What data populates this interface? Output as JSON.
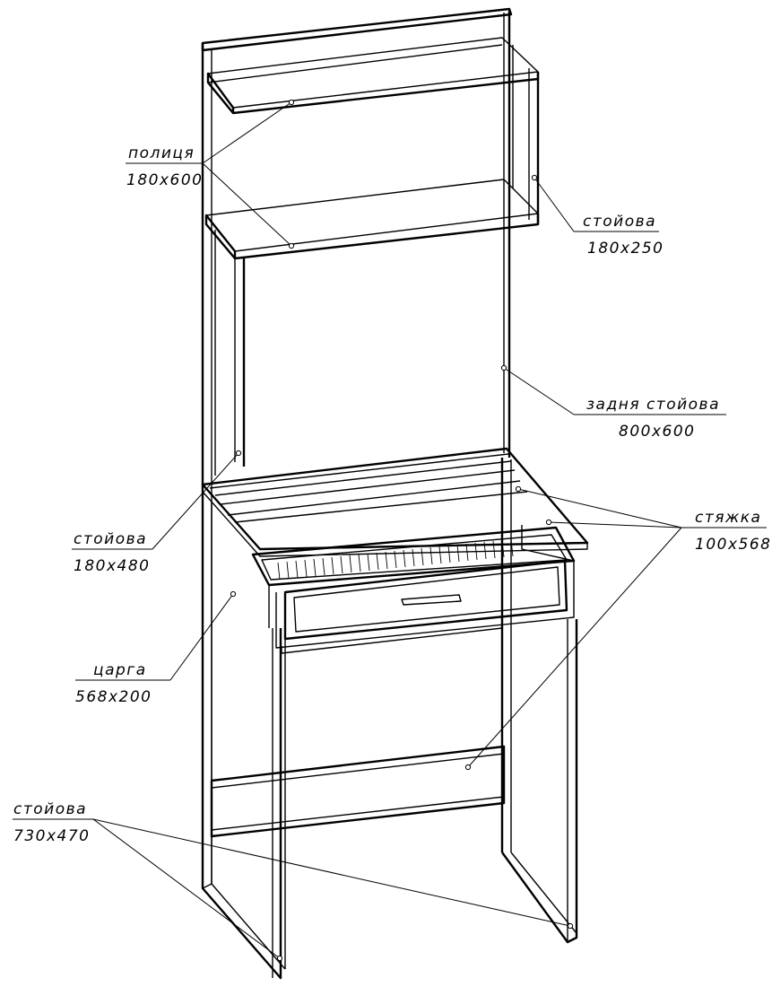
{
  "callouts": {
    "shelf": {
      "name": "полиця",
      "size": "180x600"
    },
    "upper_side": {
      "name": "стойова",
      "size": "180x250"
    },
    "back_panel": {
      "name": "задня стойова",
      "size": "800x600"
    },
    "middle_side": {
      "name": "стойова",
      "size": "180x480"
    },
    "tie_rail": {
      "name": "стяжка",
      "size": "100x568"
    },
    "apron": {
      "name": "царга",
      "size": "568x200"
    },
    "leg_side": {
      "name": "стойова",
      "size": "730x470"
    }
  },
  "colors": {
    "line": "#000000",
    "background": "#ffffff"
  }
}
